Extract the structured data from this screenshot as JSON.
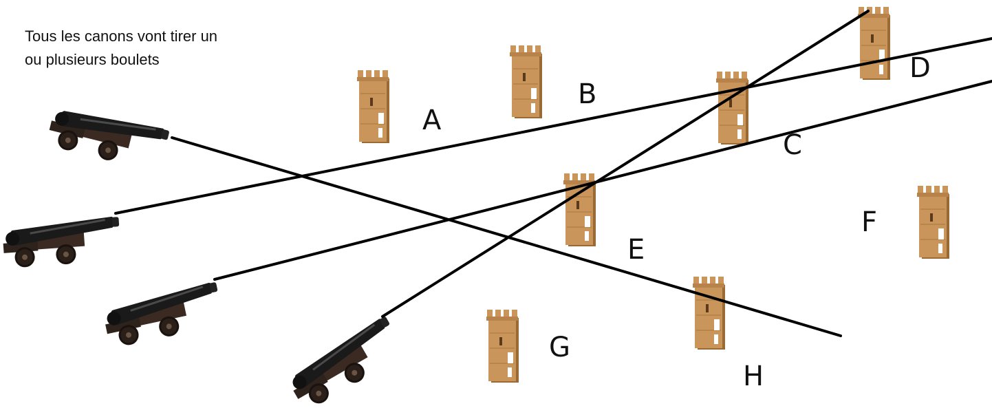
{
  "instruction": {
    "line1": "Tous les canons vont tirer un",
    "line2": "ou plusieurs boulets"
  },
  "towers": [
    {
      "id": "A",
      "label": "A"
    },
    {
      "id": "B",
      "label": "B"
    },
    {
      "id": "C",
      "label": "C"
    },
    {
      "id": "D",
      "label": "D"
    },
    {
      "id": "E",
      "label": "E"
    },
    {
      "id": "F",
      "label": "F"
    },
    {
      "id": "G",
      "label": "G"
    },
    {
      "id": "H",
      "label": "H"
    }
  ],
  "cannon_count": 4,
  "trajectory_count": 4,
  "colors": {
    "background": "#ffffff",
    "tower_stone": "#c9955a",
    "tower_shadow": "#9a6a35",
    "cannon_barrel": "#1a1a1a",
    "carriage_wood": "#3a2a22",
    "trajectory_line": "#000000"
  }
}
